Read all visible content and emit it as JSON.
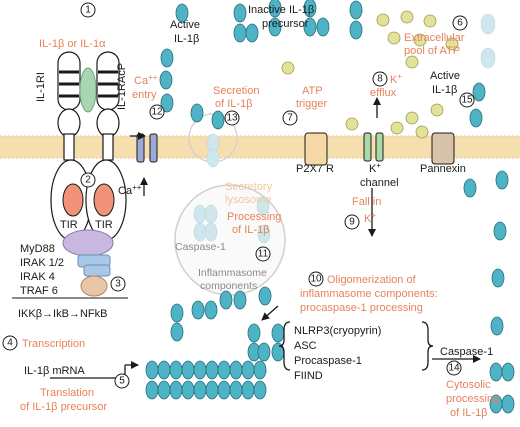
{
  "labels": {
    "ligand": "IL-1β or IL-1α",
    "il1ri": "IL-1RI",
    "il1racp": "IL-1RAcP",
    "tir": "TIR",
    "myd88": "MyD88",
    "irak12": "IRAK 1/2",
    "irak4": "IRAK 4",
    "traf6": "TRAF 6",
    "cascade": "IKKβ→IkB→NFkB",
    "transcription": "Transcription",
    "mrna": "IL-1β mRNA",
    "translation_l1": "Translation",
    "translation_l2": "of IL-1β precursor",
    "active_top_l1": "Active",
    "active_top_l2": "IL-1β",
    "inactive_l1": "Inactive IL-1β",
    "inactive_l2": "precursor",
    "extracellular_l1": "Extracellular",
    "extracellular_l2": "pool of ATP",
    "ca_entry_l1": "Ca",
    "ca_entry_sup": "++",
    "ca_entry_l2": "entry",
    "secretion_l1": "Secretion",
    "secretion_l2": "of IL-1β",
    "atp_trigger_l1": "ATP",
    "atp_trigger_l2": "trigger",
    "k_efflux_l1": "K",
    "k_efflux_sup": "+",
    "k_efflux_l2": "efflux",
    "active_right_l1": "Active",
    "active_right_l2": "IL-1β",
    "p2x7": "P2X7 R",
    "k_channel_l1": "K",
    "k_channel_sup": "+",
    "k_channel_l2": "channel",
    "pannexin": "Pannexin",
    "ca_in": "Ca",
    "ca_in_sup": "++",
    "secretory_l1": "Secretory",
    "secretory_l2": "lysosome",
    "processing_l1": "Processing",
    "processing_l2": "of IL-1β",
    "caspase_lys": "Caspase-1",
    "inflammasome_l1": "Inflammasome",
    "inflammasome_l2": "components",
    "fall_l1": "Fall in",
    "fall_l2": "K",
    "fall_sup": "+",
    "oligo_l1": "Oligomerization of",
    "oligo_l2": "inflammasome components:",
    "oligo_l3": "procaspase-1 processing",
    "nlrp3": "NLRP3(cryopyrin)",
    "asc": "ASC",
    "procaspase": "Procaspase-1",
    "fiind": "FIIND",
    "caspase_arrow": "Caspase-1",
    "cytosolic_l1": "Cytosolic",
    "cytosolic_l2": "processing",
    "cytosolic_l3": "of IL-1β"
  },
  "steps": [
    "1",
    "2",
    "3",
    "4",
    "5",
    "6",
    "7",
    "8",
    "9",
    "10",
    "11",
    "12",
    "13",
    "14",
    "15"
  ],
  "colors": {
    "accent_orange": "#e8825a",
    "pale_orange": "#f2c79a",
    "teal": "#4fb3c6",
    "atp_yellow": "#e2e29a",
    "membrane": "#f6dfae"
  }
}
